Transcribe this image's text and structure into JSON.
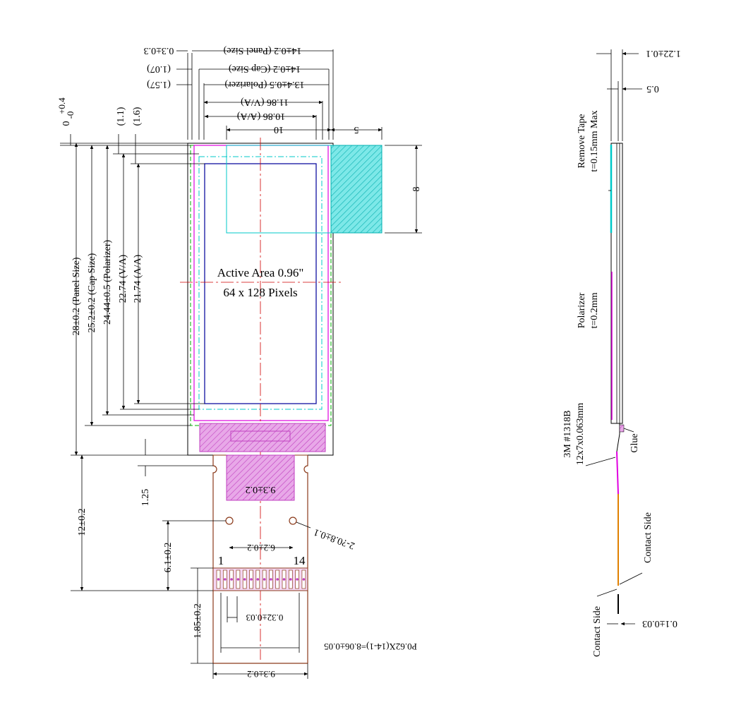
{
  "front_view": {
    "active_area_title": "Active Area 0.96\"",
    "pixels": "64 x 128 Pixels",
    "dims_top": {
      "t1": "0.3±0.3",
      "t2": "14±0.2 (Panel Size)",
      "t3": "(1.07)",
      "t4": "14±0.2 (Cap Size)",
      "t5": "(1.57)",
      "t6": "13.4±0.5 (Polarizer)",
      "t7": "11.86 (V/A)",
      "t8": "10.86 (A/A)",
      "t9": "10",
      "t10": "5"
    },
    "dims_left": {
      "tol_main": "0",
      "tol_plus": "+0.4",
      "tol_minus": "-0",
      "l1": "(1.1)",
      "l2": "(1.6)",
      "panel": "28±0.2 (Panel Size)",
      "cap": "25.2±0.2 (Cap Size)",
      "polarizer": "24.44±0.5 (Polarizer)",
      "va": "22.74 (V/A)",
      "aa": "21.74 (A/A)",
      "fpc_len": "12±0.2",
      "gap": "1.25",
      "hole_pos": "6.1±0.2",
      "contact_len": "1.85±0.2"
    },
    "dim_right": "8",
    "fpc": {
      "stiffener_width": "9.3±0.2",
      "hole_spacing": "6.2±0.2",
      "holes": "2-?0.8±0.1",
      "pin_first": "1",
      "pin_last": "14",
      "pin_width": "0.32±0.03",
      "pitch": "P0.62X(14-1)=8.06±0.05",
      "fpc_width": "9.3±0.2"
    }
  },
  "side_view": {
    "thickness": "1.22±0.1",
    "t05": "0.5",
    "remove_tape": [
      "Remove Tape",
      "t=0.15mm Max"
    ],
    "polarizer": [
      "Polarizer",
      "t=0.2mm"
    ],
    "tape_3m": [
      "3M #1318B",
      "12x7x0.063mm"
    ],
    "glue": "Glue",
    "contact_side_1": "Contact Side",
    "contact_side_2": "Contact Side",
    "fpc_thick": "0.1±0.03"
  },
  "colors": {
    "outline": "#000000",
    "polarizer": "#e000e0",
    "cap": "#00c8c8",
    "active_area": "#1010a0",
    "fpc": "#8b3a1a",
    "center_line": "#d00000",
    "green_outline": "#00b000",
    "stiffener": "#d67ad6",
    "side_fpc": "#e08000"
  }
}
